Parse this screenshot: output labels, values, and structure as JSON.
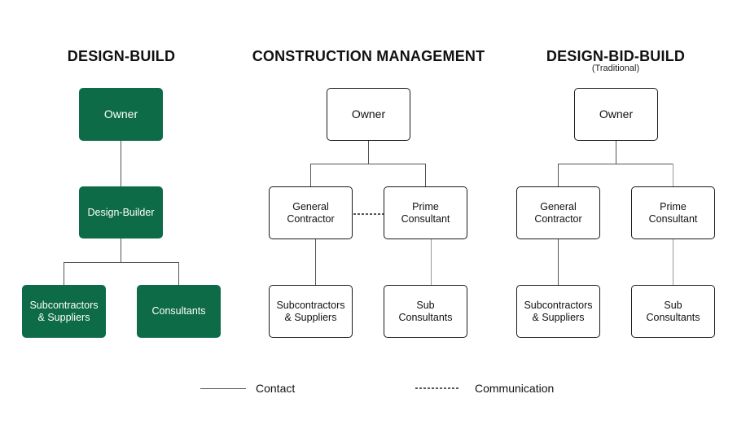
{
  "design_build": {
    "title": "DESIGN-BUILD",
    "owner": "Owner",
    "design_builder": "Design-Builder",
    "subcontractors": "Subcontractors & Suppliers",
    "consultants": "Consultants"
  },
  "construction_management": {
    "title": "CONSTRUCTION MANAGEMENT",
    "owner": "Owner",
    "general_contractor": "General Contractor",
    "prime_consultant": "Prime Consultant",
    "subcontractors": "Subcontractors & Suppliers",
    "sub_consultants": "Sub Consultants"
  },
  "design_bid_build": {
    "title": "DESIGN-BID-BUILD",
    "subtitle": "(Traditional)",
    "owner": "Owner",
    "general_contractor": "General Contractor",
    "prime_consultant": "Prime Consultant",
    "subcontractors": "Subcontractors & Suppliers",
    "sub_consultants": "Sub Consultants"
  },
  "legend": {
    "contact": "Contact",
    "communication": "Communication"
  },
  "colors": {
    "green": "#0d6b47",
    "outline": "#1a1a1a"
  }
}
